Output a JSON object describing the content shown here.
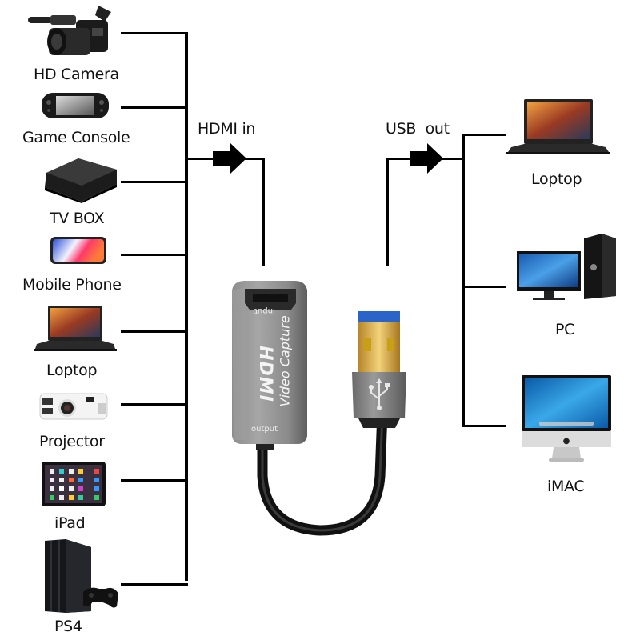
{
  "diagram": {
    "title": "HDMI Video Capture connection diagram",
    "input_label": "HDMI in",
    "output_label": "USB  out",
    "device": {
      "brand_mark": "HDMI",
      "product_text": "Video Capture",
      "port_top_label": "Input",
      "port_bottom_label": "output"
    },
    "input_devices": [
      {
        "label": "HD Camera",
        "icon": "camcorder-icon"
      },
      {
        "label": "Game Console",
        "icon": "handheld-console-icon"
      },
      {
        "label": "TV BOX",
        "icon": "tv-box-icon"
      },
      {
        "label": "Mobile Phone",
        "icon": "smartphone-icon"
      },
      {
        "label": "Loptop",
        "icon": "laptop-icon"
      },
      {
        "label": "Projector",
        "icon": "projector-icon"
      },
      {
        "label": "iPad",
        "icon": "tablet-icon"
      },
      {
        "label": "PS4",
        "icon": "game-console-icon"
      }
    ],
    "output_devices": [
      {
        "label": "Loptop",
        "icon": "laptop-icon"
      },
      {
        "label": "PC",
        "icon": "desktop-pc-icon"
      },
      {
        "label": "iMAC",
        "icon": "imac-icon"
      }
    ]
  }
}
